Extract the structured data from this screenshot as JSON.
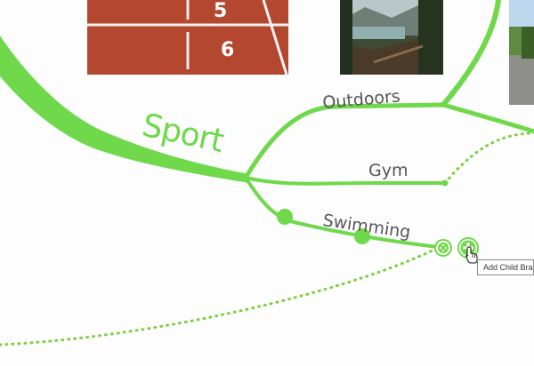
{
  "map": {
    "main_topic": "Sport",
    "branches": {
      "outdoors": "Outdoors",
      "gym": "Gym",
      "swimming": "Swimming"
    },
    "track_lane_numbers": [
      "5",
      "6"
    ],
    "branch_color": "#6fd94b",
    "dotted_link_color": "#7ccf3f"
  },
  "toolbar": {
    "move_icon": "move-arrows-icon",
    "add_icon": "plus-icon",
    "tooltip": "Add Child Branch"
  },
  "cursor": "hand-pointer-icon"
}
